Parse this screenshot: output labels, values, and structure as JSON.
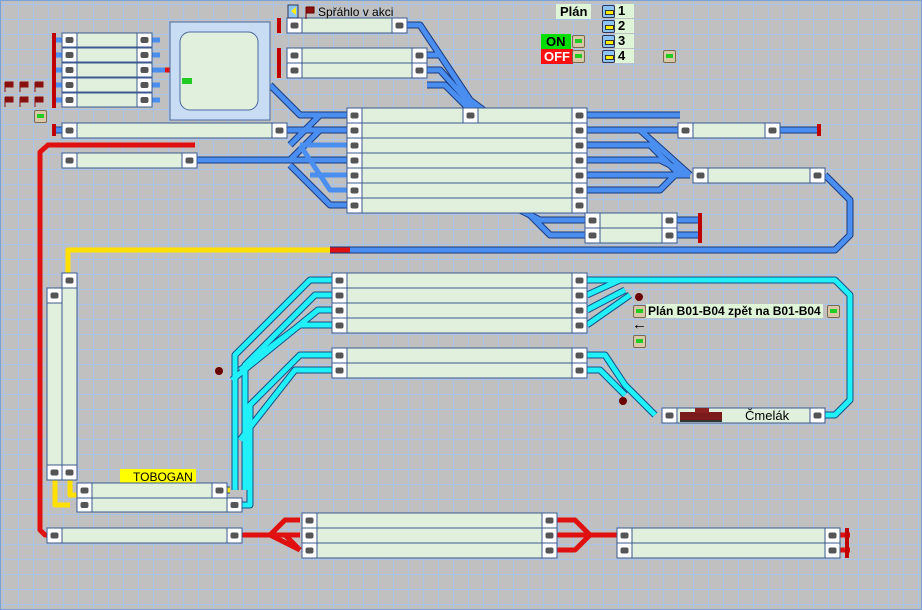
{
  "header": {
    "status_text": "Spřáhlo v akci",
    "plan_label": "Plán",
    "on_label": "ON",
    "off_label": "OFF",
    "plan_numbers": [
      "1",
      "2",
      "3",
      "4"
    ]
  },
  "layout": {
    "tobogan_label": "TOBOGAN",
    "plan_route_label": "Plán B01-B04 zpět na B01-B04",
    "arrow": "←",
    "locomotive_name": "Čmelák"
  },
  "colors": {
    "background": "#c0c0c0",
    "grid": "#a9c4ea",
    "block_fill": "#e0f0dc",
    "track_blue": "#3b7fe0",
    "track_cyan": "#1ee8f0",
    "track_red": "#e01010",
    "track_yellow": "#ffe000",
    "on": "#00e000",
    "off": "#ff1010"
  }
}
